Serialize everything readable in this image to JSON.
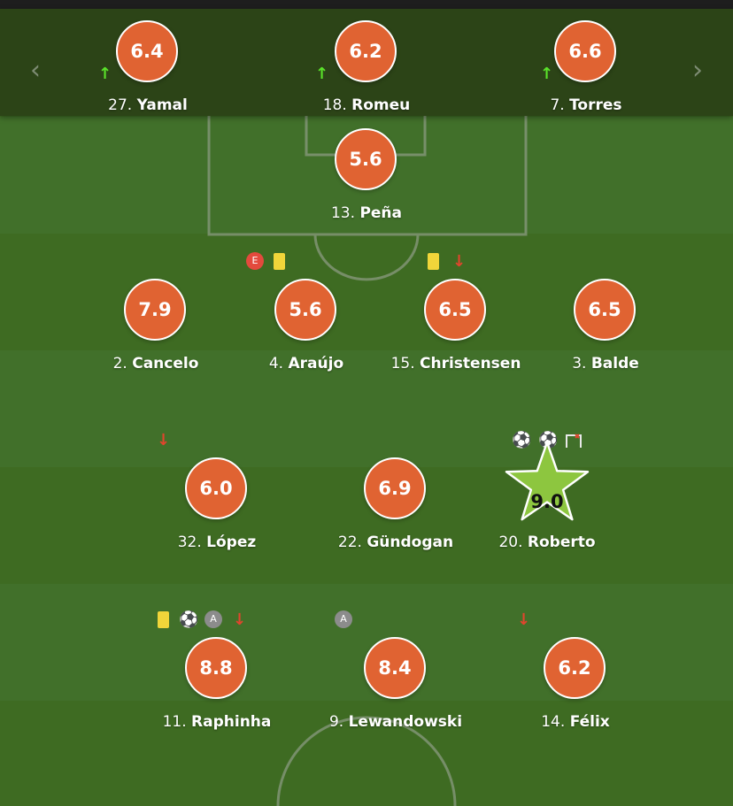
{
  "nav": {
    "prev_icon": "chevron-left-icon",
    "next_icon": "chevron-right-icon",
    "prev_glyph": "‹",
    "next_glyph": "›"
  },
  "colors": {
    "rating_bg": "#e06332",
    "star_fill": "#8dc63f",
    "pitch": "#3e6b22",
    "bar": "#2c4417",
    "up": "#5ae32a",
    "down": "#e0452d",
    "yellow_card": "#f1d53a"
  },
  "top_players": [
    {
      "rating": "6.4",
      "number": "27.",
      "name": "Yamal",
      "sub": "up"
    },
    {
      "rating": "6.2",
      "number": "18.",
      "name": "Romeu",
      "sub": "up"
    },
    {
      "rating": "6.6",
      "number": "7.",
      "name": "Torres",
      "sub": "up"
    }
  ],
  "goalkeeper": {
    "rating": "5.6",
    "number": "13.",
    "name": "Peña"
  },
  "defenders": [
    {
      "rating": "7.9",
      "number": "2.",
      "name": "Cancelo"
    },
    {
      "rating": "5.6",
      "number": "4.",
      "name": "Araújo",
      "icons": [
        "own-goal-badge",
        "yellow-card"
      ],
      "own_goal_label": "E"
    },
    {
      "rating": "6.5",
      "number": "15.",
      "name": "Christensen",
      "icons": [
        "yellow-card",
        "sub-off-arrow"
      ]
    },
    {
      "rating": "6.5",
      "number": "3.",
      "name": "Balde"
    }
  ],
  "midfielders": [
    {
      "rating": "6.0",
      "number": "32.",
      "name": "López",
      "icons": [
        "sub-off-arrow"
      ]
    },
    {
      "rating": "6.9",
      "number": "22.",
      "name": "Gündogan"
    },
    {
      "rating": "9.0",
      "number": "20.",
      "name": "Roberto",
      "star": true,
      "icons": [
        "goal-ball",
        "goal-ball",
        "missed-chance-icon"
      ]
    }
  ],
  "forwards": [
    {
      "rating": "8.8",
      "number": "11.",
      "name": "Raphinha",
      "icons": [
        "yellow-card",
        "goal-ball",
        "assist-badge",
        "sub-off-arrow"
      ],
      "assist_label": "A"
    },
    {
      "rating": "8.4",
      "number": "9.",
      "name": "Lewandowski",
      "icons": [
        "assist-badge"
      ],
      "assist_label": "A"
    },
    {
      "rating": "6.2",
      "number": "14.",
      "name": "Félix",
      "icons": [
        "sub-off-arrow"
      ]
    }
  ]
}
